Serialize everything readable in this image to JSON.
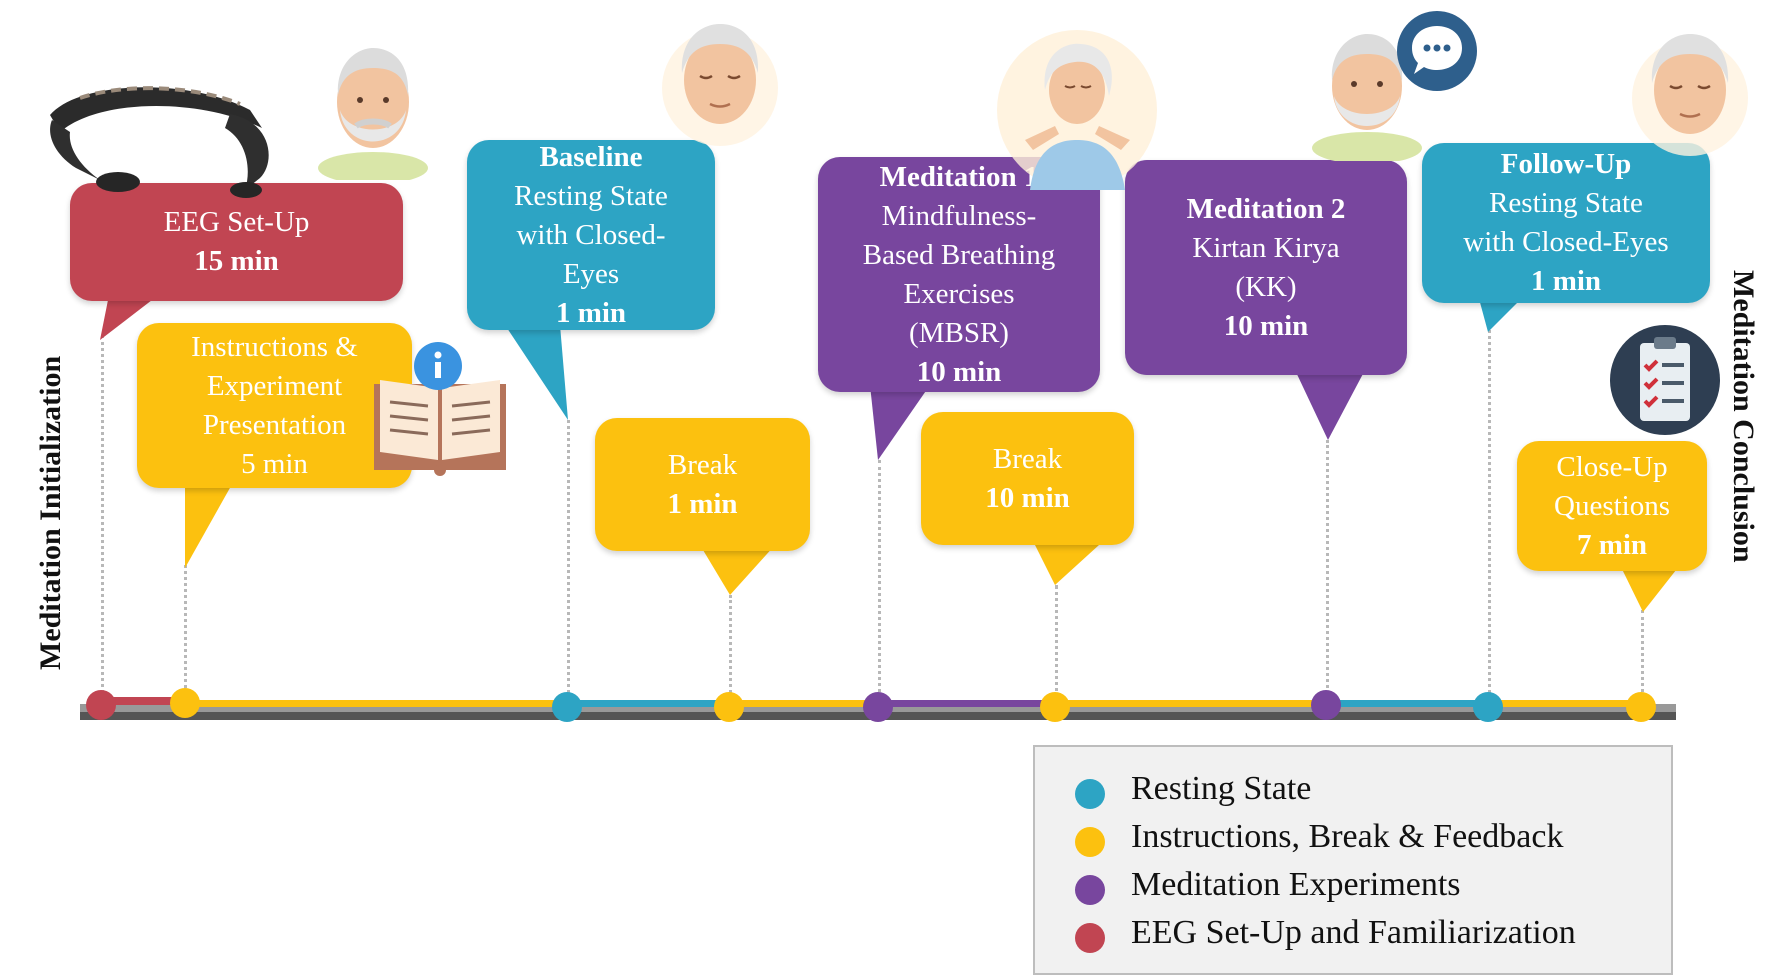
{
  "side_labels": {
    "left": "Meditation Initialization",
    "right": "Meditation Conclusion"
  },
  "callouts": {
    "eeg_setup": {
      "title": "EEG Set-Up",
      "duration": "15 min"
    },
    "instructions": {
      "line1": "Instructions &",
      "line2": "Experiment",
      "line3": "Presentation",
      "duration": "5 min"
    },
    "baseline": {
      "title": "Baseline",
      "line1": "Resting State",
      "line2": "with Closed-",
      "line3": "Eyes",
      "duration": "1 min"
    },
    "break1": {
      "title": "Break",
      "duration": "1 min"
    },
    "meditation1": {
      "title": "Meditation 1",
      "line1": "Mindfulness-",
      "line2": "Based Breathing",
      "line3": "Exercises",
      "line4": "(MBSR)",
      "duration": "10 min"
    },
    "break2": {
      "title": "Break",
      "duration": "10 min"
    },
    "meditation2": {
      "title": "Meditation 2",
      "line1": "Kirtan Kirya",
      "line2": "(KK)",
      "duration": "10 min"
    },
    "followup": {
      "title": "Follow-Up",
      "line1": "Resting State",
      "line2": "with Closed-Eyes",
      "duration": "1 min"
    },
    "closeup": {
      "line1": "Close-Up",
      "line2": "Questions",
      "duration": "7 min"
    }
  },
  "legend": [
    {
      "label": "Resting State",
      "color": "#2da4c4"
    },
    {
      "label": "Instructions, Break & Feedback",
      "color": "#fcc10f"
    },
    {
      "label": "Meditation Experiments",
      "color": "#78469e"
    },
    {
      "label": "EEG Set-Up and Familiarization",
      "color": "#c14552"
    }
  ],
  "colors": {
    "red": "#c14552",
    "yellow": "#fcc10f",
    "blue": "#2da4c4",
    "purple": "#78469e",
    "axis": "#444444"
  },
  "icons": [
    "eeg-headband-icon",
    "elderly-man-icon",
    "elderly-woman-icon",
    "open-book-info-icon",
    "speech-bubble-icon",
    "checklist-icon"
  ]
}
